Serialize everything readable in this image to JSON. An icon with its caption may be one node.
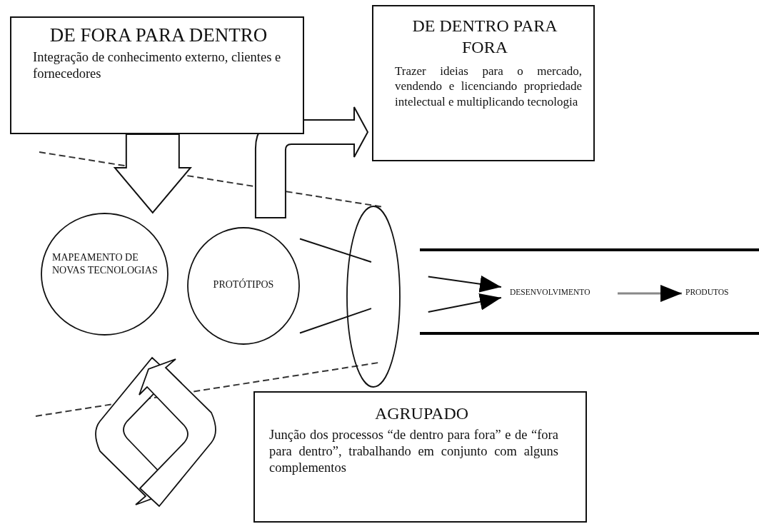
{
  "diagram": {
    "nodes": [
      {
        "text": [
          "DE FORA PARA DENTRO",
          "Integração de conhecimento externo, clientes e fornecedores"
        ]
      },
      {
        "text": [
          "DE DENTRO PARA FORA",
          "Trazer ideias para o mercado, vendendo e licenciando propriedade intelectual e multiplicando tecnologia"
        ]
      },
      {
        "text": [
          "MAPEAMENTO DE NOVAS TECNOLOGIAS"
        ]
      },
      {
        "text": [
          "PROTÓTIPOS"
        ]
      },
      {
        "text": [],
        "shape": "ellipse"
      },
      {
        "text": [
          "DESENVOLVIMENTO"
        ]
      },
      {
        "text": [
          "PRODUTOS"
        ]
      },
      {
        "text": [
          "AGRUPADO",
          "Junção dos processos “de dentro para fora” e de “fora para dentro”, trabalhando em conjunto com alguns complementos"
        ]
      }
    ],
    "edges": [
      {
        "from": 0,
        "to": 2,
        "arrow": "to",
        "style": "thick"
      },
      {
        "from": 3,
        "to": 1,
        "arrow": "to",
        "style": "thick"
      },
      {
        "from": 3,
        "to": 4,
        "arrow": "none"
      },
      {
        "from": 3,
        "to": 4,
        "arrow": "none"
      },
      {
        "from": 4,
        "to": 5,
        "arrow": "to"
      },
      {
        "from": 4,
        "to": 5,
        "arrow": "to"
      },
      {
        "from": 5,
        "to": 6,
        "arrow": "to",
        "color": "#888888"
      }
    ]
  }
}
